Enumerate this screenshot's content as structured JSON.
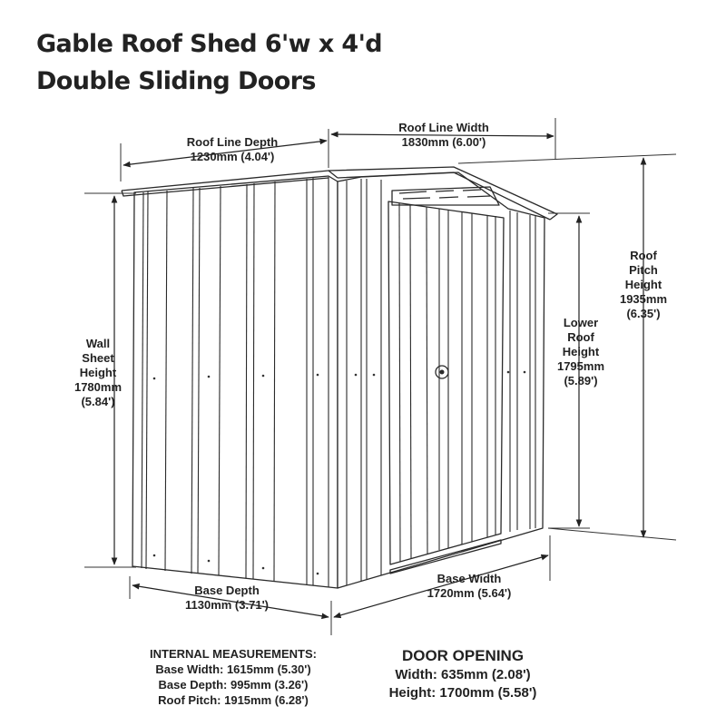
{
  "title": {
    "line1": "Gable Roof Shed 6'w x 4'd",
    "line2": "Double Sliding Doors"
  },
  "dimensions": {
    "roof_line_depth": {
      "label": "Roof Line Depth",
      "value": "1230mm (4.04')"
    },
    "roof_line_width": {
      "label": "Roof Line Width",
      "value": "1830mm (6.00')"
    },
    "wall_sheet_height": {
      "line1": "Wall",
      "line2": "Sheet",
      "line3": "Height",
      "line4": "1780mm",
      "line5": "(5.84')"
    },
    "lower_roof_height": {
      "line1": "Lower",
      "line2": "Roof",
      "line3": "Height",
      "line4": "1795mm",
      "line5": "(5.89')"
    },
    "roof_pitch_height": {
      "line1": "Roof",
      "line2": "Pitch",
      "line3": "Height",
      "line4": "1935mm",
      "line5": "(6.35')"
    },
    "base_depth": {
      "label": "Base Depth",
      "value": "1130mm (3.71')"
    },
    "base_width": {
      "label": "Base Width",
      "value": "1720mm (5.64')"
    }
  },
  "internal_measurements": {
    "heading": "INTERNAL MEASUREMENTS:",
    "base_width": "Base Width: 1615mm (5.30')",
    "base_depth": "Base Depth: 995mm (3.26')",
    "roof_pitch": "Roof Pitch: 1915mm (6.28')"
  },
  "door_opening": {
    "heading": "DOOR OPENING",
    "width": "Width: 635mm (2.08')",
    "height": "Height: 1700mm (5.58')"
  }
}
